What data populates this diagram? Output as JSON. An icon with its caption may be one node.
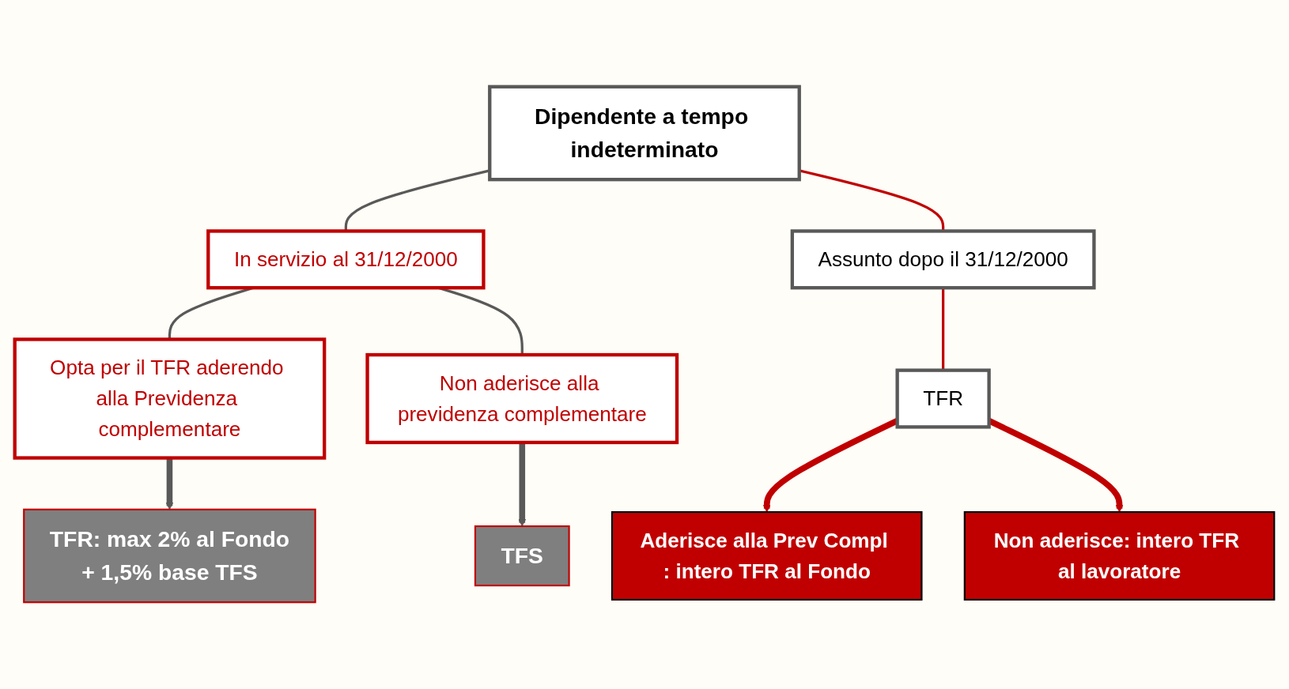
{
  "diagram": {
    "nodes": [
      {
        "text": [
          "Dipendente a tempo indeterminato"
        ]
      },
      {
        "text": [
          "In servizio al 31/12/2000"
        ]
      },
      {
        "text": [
          "Opta per il TFR aderendo alla Previdenza complementare"
        ]
      },
      {
        "text": [
          "Non aderisce alla previdenza complementare"
        ]
      },
      {
        "text": [
          "TFR: max 2% al Fondo",
          "+ 1,5% base TFS"
        ]
      },
      {
        "text": [
          "TFS"
        ]
      },
      {
        "text": [
          "Assunto dopo il 31/12/2000"
        ]
      },
      {
        "text": [
          "TFR"
        ]
      },
      {
        "text": [
          "Aderisce alla Prev Compl : intero TFR al Fondo"
        ]
      },
      {
        "text": [
          "Non aderisce: intero TFR al lavoratore"
        ]
      }
    ],
    "edges": [
      {
        "from": 0,
        "to": 1,
        "arrow": "none"
      },
      {
        "from": 1,
        "to": 2,
        "arrow": "none"
      },
      {
        "from": 1,
        "to": 3,
        "arrow": "none"
      },
      {
        "from": 2,
        "to": 4,
        "arrow": "to",
        "style": "thick"
      },
      {
        "from": 3,
        "to": 5,
        "arrow": "to",
        "style": "thick"
      },
      {
        "from": 0,
        "to": 6,
        "arrow": "none",
        "color": "#c00000"
      },
      {
        "from": 6,
        "to": 7,
        "arrow": "none",
        "color": "#c00000"
      },
      {
        "from": 7,
        "to": 8,
        "arrow": "to",
        "style": "thick",
        "color": "#c00000"
      },
      {
        "from": 7,
        "to": 9,
        "arrow": "to",
        "style": "thick",
        "color": "#c00000"
      }
    ]
  }
}
